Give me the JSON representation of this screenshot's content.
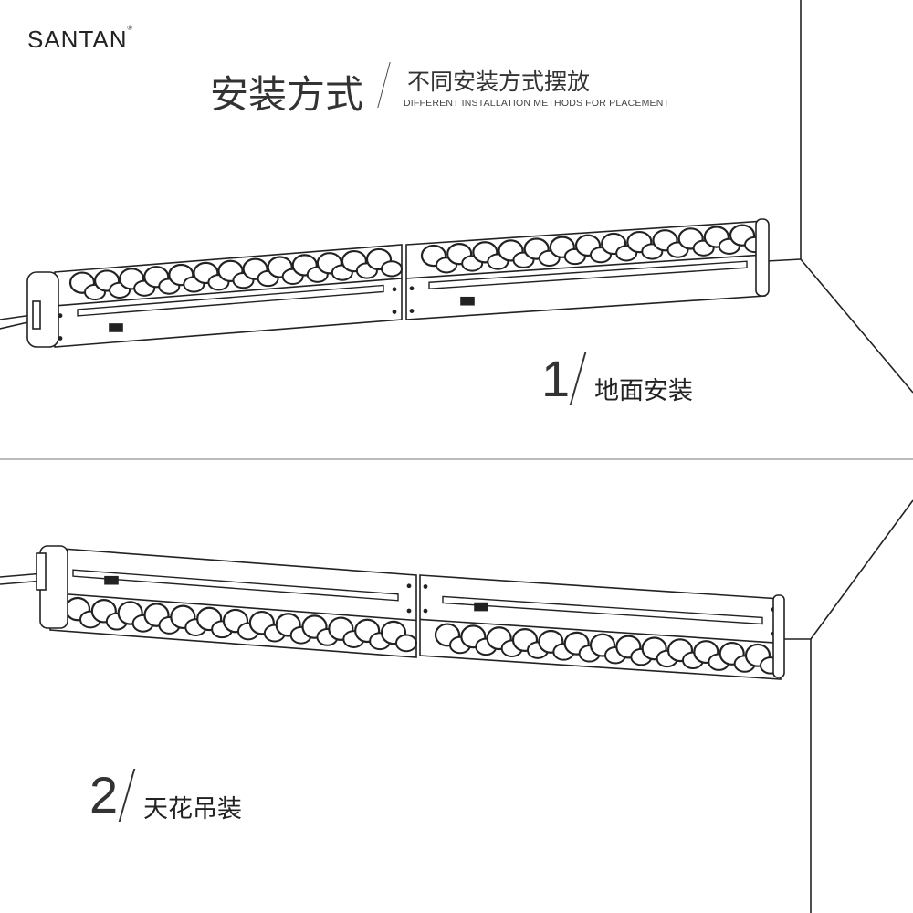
{
  "brand": {
    "logo": "SANTAN",
    "registered": "®"
  },
  "header": {
    "title": "安装方式",
    "subtitle": "不同安装方式摆放",
    "subtitle_en": "DIFFERENT INSTALLATION METHODS FOR PLACEMENT"
  },
  "methods": [
    {
      "number": "1",
      "label": "地面安装"
    },
    {
      "number": "2",
      "label": "天花吊装"
    }
  ],
  "colors": {
    "line": "#222222",
    "divider": "#bbbbbb"
  }
}
